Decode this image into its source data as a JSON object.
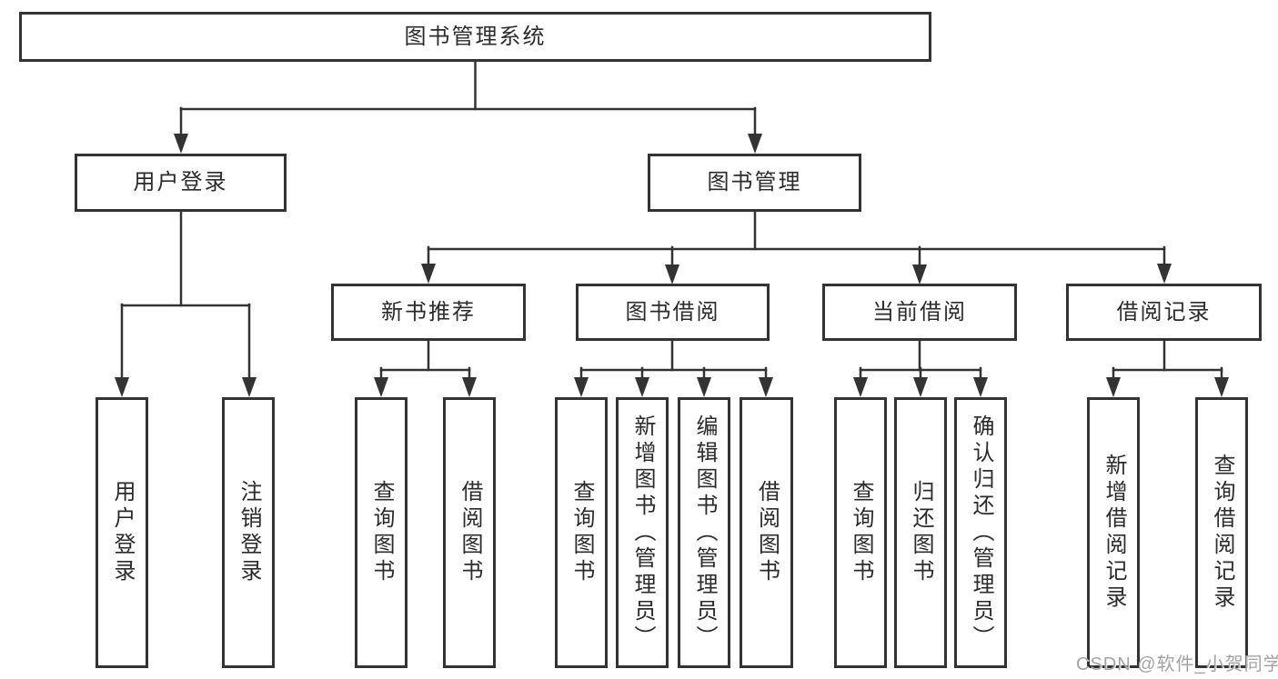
{
  "diagram": {
    "nodes": {
      "root": "图书管理系统",
      "l2_user_login": "用户登录",
      "l2_book_management": "图书管理",
      "l3_new_book_recommend": "新书推荐",
      "l3_book_borrowing": "图书借阅",
      "l3_current_borrowing": "当前借阅",
      "l3_borrowing_records": "借阅记录",
      "leaf_user_login": "用户登录",
      "leaf_logout": "注销登录",
      "leaf_query_books_recommend": "查询图书",
      "leaf_borrow_books_recommend": "借阅图书",
      "leaf_query_books_borrowing": "查询图书",
      "leaf_add_books_admin": "新增图书（管理员）",
      "leaf_edit_books_admin": "编辑图书（管理员）",
      "leaf_borrow_books_borrowing": "借阅图书",
      "leaf_query_books_current": "查询图书",
      "leaf_return_books": "归还图书",
      "leaf_confirm_return_admin": "确认归还（管理员）",
      "leaf_add_borrow_record": "新增借阅记录",
      "leaf_query_borrow_record": "查询借阅记录"
    },
    "hierarchy": {
      "图书管理系统": {
        "用户登录": [
          "用户登录",
          "注销登录"
        ],
        "图书管理": {
          "新书推荐": [
            "查询图书",
            "借阅图书"
          ],
          "图书借阅": [
            "查询图书",
            "新增图书（管理员）",
            "编辑图书（管理员）",
            "借阅图书"
          ],
          "当前借阅": [
            "查询图书",
            "归还图书",
            "确认归还（管理员）"
          ],
          "借阅记录": [
            "新增借阅记录",
            "查询借阅记录"
          ]
        }
      }
    },
    "watermark": "CSDN @软件_小贺同学",
    "colors": {
      "line": "#333333",
      "box_border": "#333333",
      "text": "#2b2b2b",
      "watermark": "#a3a3a3",
      "background": "#ffffff"
    }
  }
}
